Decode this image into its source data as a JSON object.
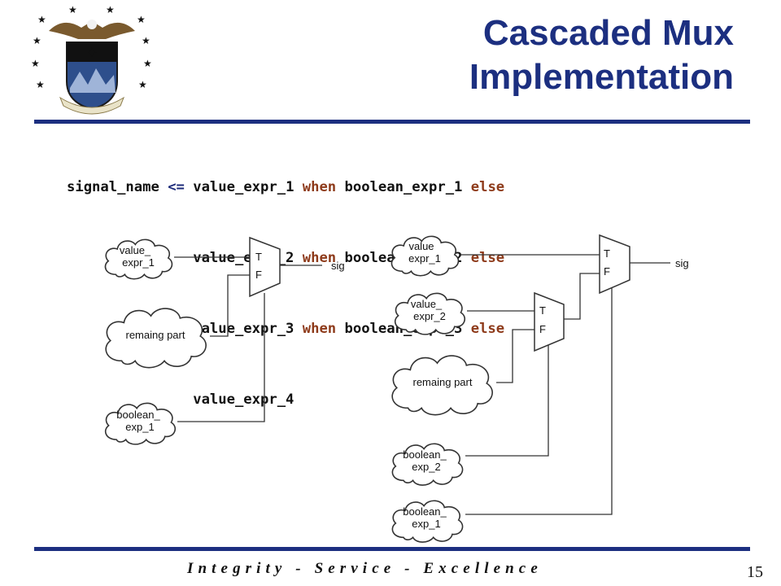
{
  "slide": {
    "title_line1": "Cascaded Mux",
    "title_line2": "Implementation",
    "page_number": "15",
    "footer": "Integrity - Service - Excellence"
  },
  "code": {
    "line1": {
      "sig": "signal_name ",
      "op": "<=",
      "v": " value_expr_1 ",
      "kw1": "when",
      "b": " boolean_expr_1 ",
      "kw2": "else"
    },
    "line2": {
      "v": "value_expr_2 ",
      "kw1": "when",
      "b": " boolean_expr_2 ",
      "kw2": "else"
    },
    "line3": {
      "v": "value_expr_3 ",
      "kw1": "when",
      "b": " boolean_expr_3 ",
      "kw2": "else"
    },
    "line4": {
      "v": "value_expr_4"
    }
  },
  "left_diagram": {
    "cloud_value_1": [
      "value_",
      "expr_1"
    ],
    "cloud_remaining": "remaing part",
    "cloud_boolean_1": [
      "boolean_",
      "exp_1"
    ],
    "mux": {
      "t": "T",
      "f": "F"
    },
    "output": "sig"
  },
  "right_diagram": {
    "cloud_value_1": [
      "value",
      "expr_1"
    ],
    "cloud_value_2": [
      "value_",
      "expr_2"
    ],
    "cloud_remaining": "remaing part",
    "cloud_boolean_2": [
      "boolean_",
      "exp_2"
    ],
    "cloud_boolean_1": [
      "boolean_",
      "exp_1"
    ],
    "mux_outer": {
      "t": "T",
      "f": "F"
    },
    "mux_inner": {
      "t": "T",
      "f": "F"
    },
    "output": "sig"
  },
  "colors": {
    "title": "#1c2f80",
    "rule": "#1c2f80",
    "keyword": "#8e3b1b"
  }
}
